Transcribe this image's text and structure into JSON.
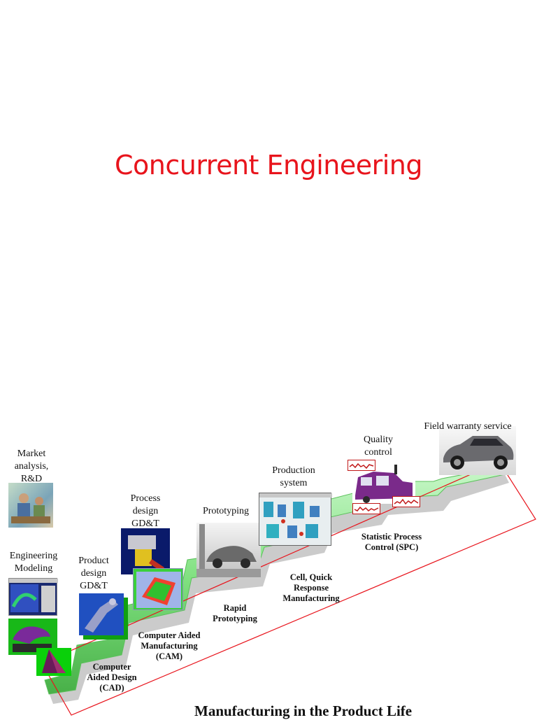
{
  "title": "Concurrent Engineering",
  "labels": {
    "market": "Market analysis, R&D",
    "engineering": "Engineering Modeling",
    "product": "Product design GD&T",
    "process": "Process design GD&T",
    "prototyping": "Prototyping",
    "production": "Production system",
    "quality": "Quality control",
    "field": "Field warranty service"
  },
  "bold_labels": {
    "cad": "Computer Aided Design (CAD)",
    "cam": "Computer Aided Manufacturing (CAM)",
    "rapid": "Rapid Prototyping",
    "cell": "Cell, Quick Response Manufacturing",
    "spc": "Statistic Process Control (SPC)"
  },
  "footer": "Manufacturing  in the Product Life",
  "colors": {
    "title": "#e8141c",
    "stair": "#7fe07f",
    "outline": "#e8141c"
  }
}
